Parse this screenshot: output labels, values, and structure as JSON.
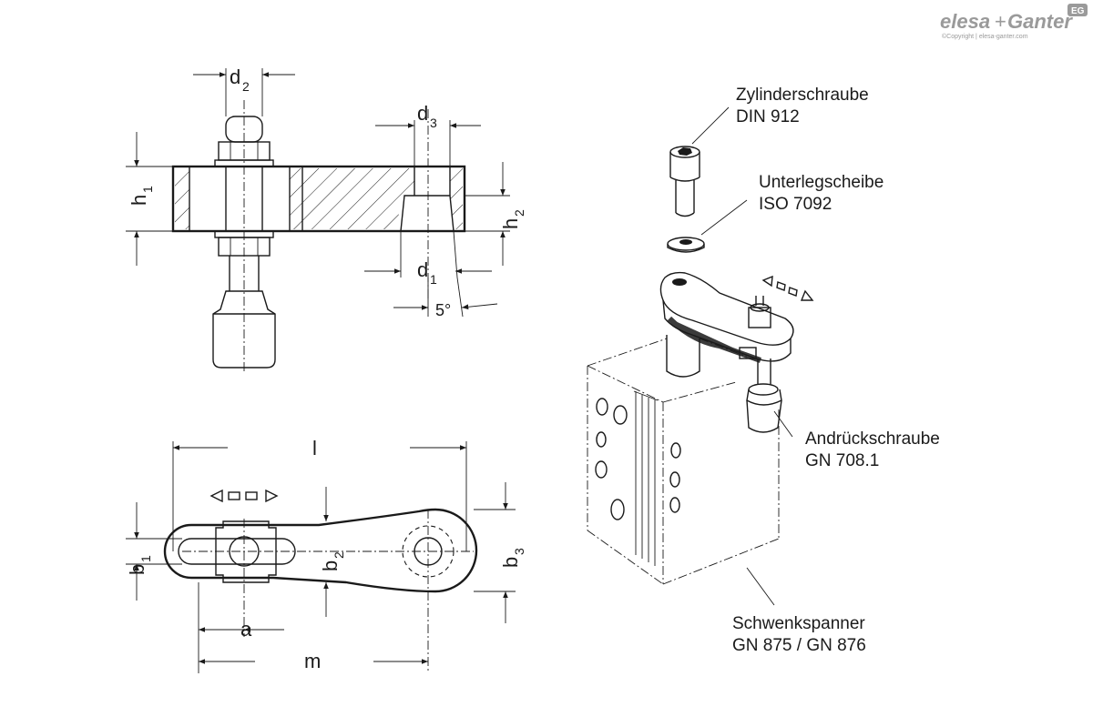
{
  "logo": {
    "brand_a": "elesa",
    "plus": "+",
    "brand_b": "Ganter",
    "badge": "EG",
    "copyright": "©Copyright | elesa-ganter.com"
  },
  "dimensions": {
    "d2": {
      "main": "d",
      "sub": "2"
    },
    "d3": {
      "main": "d",
      "sub": "3"
    },
    "h1": {
      "main": "h",
      "sub": "1"
    },
    "h2": {
      "main": "h",
      "sub": "2"
    },
    "d1": {
      "main": "d",
      "sub": "1"
    },
    "angle": "5°",
    "l": "l",
    "b1": {
      "main": "b",
      "sub": "1"
    },
    "b2": {
      "main": "b",
      "sub": "2"
    },
    "b3": {
      "main": "b",
      "sub": "3"
    },
    "a": "a",
    "m": "m"
  },
  "callouts": {
    "screw": {
      "line1": "Zylinderschraube",
      "line2": "DIN 912"
    },
    "washer": {
      "line1": "Unterlegscheibe",
      "line2": "ISO 7092"
    },
    "press_screw": {
      "line1": "Andrückschraube",
      "line2": "GN 708.1"
    },
    "clamp": {
      "line1": "Schwenkspanner",
      "line2": "GN 875 / GN 876"
    }
  }
}
